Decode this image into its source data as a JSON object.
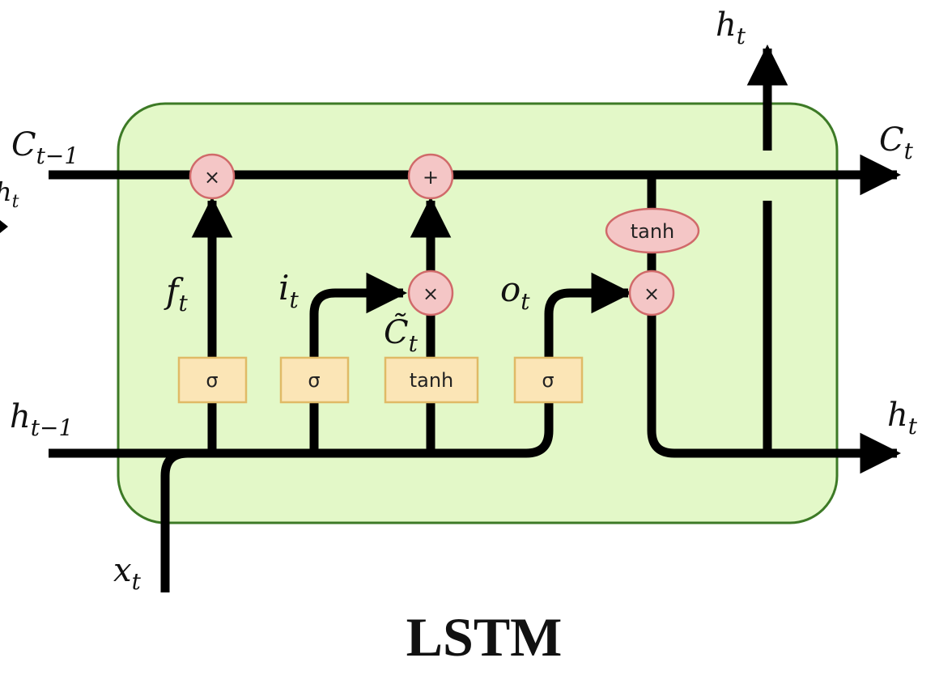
{
  "title": "LSTM",
  "colors": {
    "cell_fill": "#e3f8c8",
    "cell_stroke": "#3d7a26",
    "op_fill": "#f4c6c6",
    "op_stroke": "#d06a6a",
    "gate_fill": "#fbe5b6",
    "gate_stroke": "#e0ba66",
    "line": "#000000"
  },
  "labels": {
    "c_prev": {
      "base": "C",
      "sub": "t−1"
    },
    "c_next": {
      "base": "C",
      "sub": "t"
    },
    "h_prev": {
      "base": "h",
      "sub": "t−1"
    },
    "h_out_right": {
      "base": "h",
      "sub": "t"
    },
    "h_out_top": {
      "base": "h",
      "sub": "t"
    },
    "h_left_cut": {
      "base": "h",
      "sub": "t"
    },
    "x_in": {
      "base": "x",
      "sub": "t"
    },
    "f_gate": {
      "base": "f",
      "sub": "t"
    },
    "i_gate": {
      "base": "i",
      "sub": "t"
    },
    "o_gate": {
      "base": "o",
      "sub": "t"
    },
    "c_tilde": {
      "base": "C̃",
      "sub": "t"
    }
  },
  "operators": {
    "forget_multiply": "×",
    "cell_add": "+",
    "input_multiply": "×",
    "output_multiply": "×",
    "cell_tanh": "tanh"
  },
  "gates": {
    "forget": "σ",
    "input": "σ",
    "candidate": "tanh",
    "output": "σ"
  }
}
